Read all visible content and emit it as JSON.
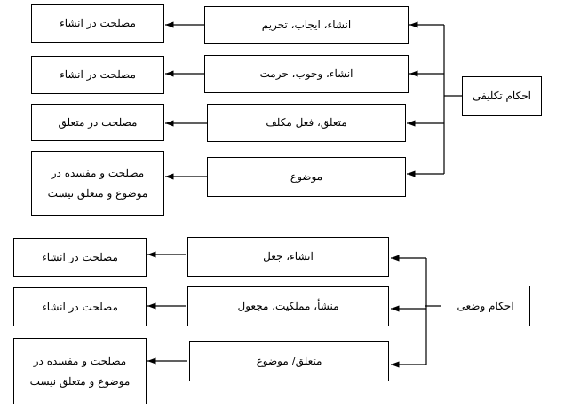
{
  "taklifi": {
    "root": "احکام تکلیفی",
    "rows": [
      {
        "mid": "انشاء، ایجاب، تحریم",
        "left": "مصلحت در انشاء"
      },
      {
        "mid": "انشاء، وجوب، حرمت",
        "left": "مصلحت در انشاء"
      },
      {
        "mid": "متعلق، فعل مکلف",
        "left": "مصلحت در متعلق"
      },
      {
        "mid": "موضوع",
        "left": "مصلحت و مفسده در موضوع و متعلق نیست"
      }
    ]
  },
  "vazi": {
    "root": "احکام وضعی",
    "rows": [
      {
        "mid": "انشاء، جعل",
        "left": "مصلحت در انشاء"
      },
      {
        "mid": "منشأ، مملکیت، مجعول",
        "left": "مصلحت در انشاء"
      },
      {
        "mid": "متعلق/ موضوع",
        "left": "مصلحت و مفسده در موضوع و متعلق نیست"
      }
    ]
  }
}
